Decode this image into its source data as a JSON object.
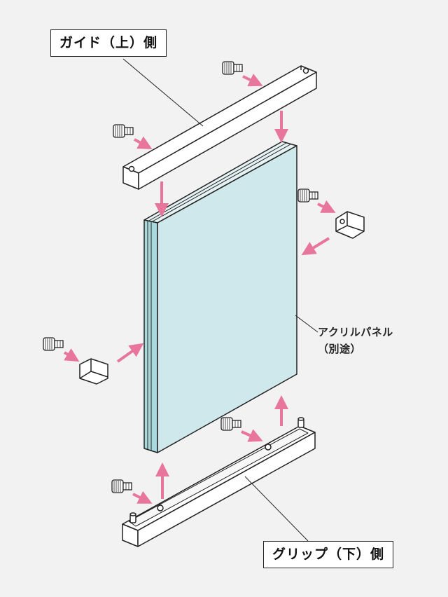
{
  "labels": {
    "top": "ガイド（上）側",
    "bottom": "グリップ（下）側",
    "panel_line1": "アクリルパネル",
    "panel_line2": "（別途）"
  },
  "colors": {
    "background": "#f2f2f2",
    "panel": "#cfe8eb",
    "panel_edge": "#a9d8dd",
    "arrow": "#e8759c",
    "stroke": "#222222"
  }
}
